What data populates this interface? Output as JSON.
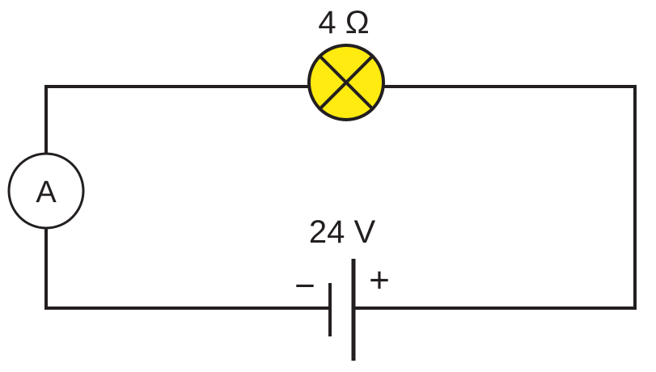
{
  "lamp": {
    "label": "4 Ω",
    "fill_color": "#ffeb10",
    "icon": "lamp-cross-icon"
  },
  "ammeter": {
    "label": "A",
    "icon": "ammeter-icon"
  },
  "battery": {
    "label": "24 V",
    "negative_sign": "−",
    "positive_sign": "+",
    "icon": "cell-icon"
  },
  "colors": {
    "wire": "#231f20",
    "background": "#ffffff"
  }
}
